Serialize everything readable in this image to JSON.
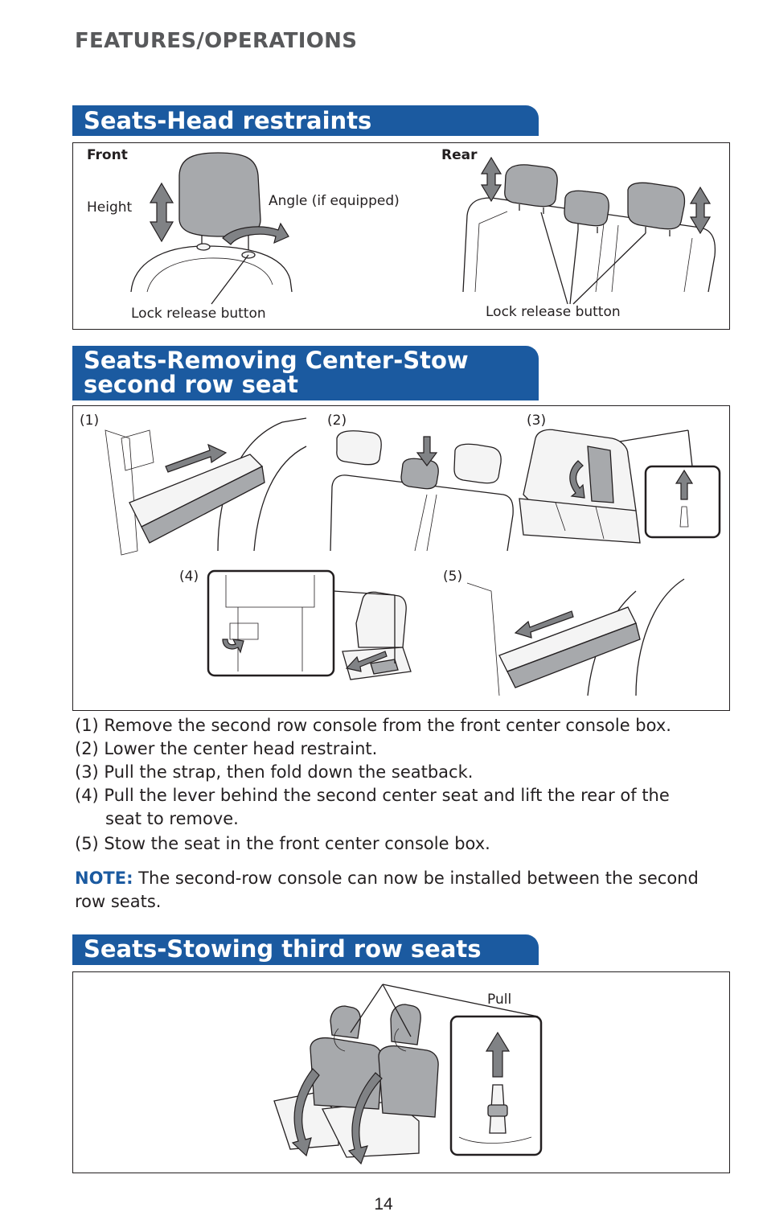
{
  "page": {
    "section_header": "FEATURES/OPERATIONS",
    "page_number": "14"
  },
  "head_restraints": {
    "title": "Seats-Head restraints",
    "front_label": "Front",
    "rear_label": "Rear",
    "height_label": "Height",
    "angle_label": "Angle (if equipped)",
    "front_lock_label": "Lock release button",
    "rear_lock_label": "Lock release button"
  },
  "center_stow": {
    "title_line1": "Seats-Removing Center-Stow",
    "title_line2": "second row seat",
    "figure_labels": [
      "(1)",
      "(2)",
      "(3)",
      "(4)",
      "(5)"
    ],
    "steps": [
      "(1) Remove the second row console from the front center console box.",
      "(2) Lower the center head restraint.",
      "(3) Pull the strap, then fold down the seatback.",
      "(4) Pull the lever behind the second center seat and lift the rear of the",
      "seat to remove.",
      "(5) Stow the seat in the front center console box."
    ],
    "note_key": "NOTE:",
    "note_text": " The second-row console can now be installed between the second row seats."
  },
  "third_row": {
    "title": "Seats-Stowing third row seats",
    "pull_label": "Pull"
  },
  "colors": {
    "banner": "#1b5aa0",
    "header_grey": "#58595b",
    "note_blue": "#1b5aa0",
    "arrow_grey": "#808285"
  },
  "icons": [
    "up-down-arrow-icon",
    "curved-arrow-icon",
    "down-arrow-icon",
    "up-arrow-icon",
    "left-arrow-icon"
  ]
}
